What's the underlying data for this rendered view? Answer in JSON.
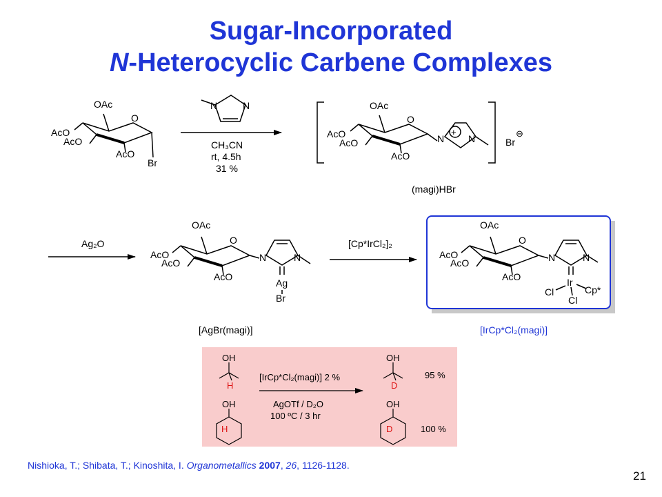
{
  "slide": {
    "title_line1": "Sugar-Incorporated",
    "title_line2_italic": "N",
    "title_line2_rest": "-Heterocyclic Carbene Complexes",
    "page_number": "21"
  },
  "scheme1": {
    "substituents": {
      "oac": "OAc",
      "aco": "AcO",
      "ring_o": "O",
      "br": "Br",
      "n": "N"
    },
    "reagent": "CH₃CN",
    "conditions": [
      "rt, 4.5h",
      "31 %"
    ],
    "counterion": "Br",
    "plus": "+",
    "minus": "⊖",
    "product_label": "(magi)HBr"
  },
  "scheme2": {
    "reagent1": "Ag₂O",
    "reagent2": "[Cp*IrCl₂]₂",
    "ag": "Ag",
    "br": "Br",
    "ir": "Ir",
    "cl": "Cl",
    "cp": "Cp*",
    "label1": "[AgBr(magi)]",
    "label2": "[IrCp*Cl₂(magi)]"
  },
  "catalysis": {
    "oh": "OH",
    "h": "H",
    "d": "D",
    "catalyst": "[IrCp*Cl₂(magi)] 2 %",
    "solvent": "AgOTf / D₂O",
    "conditions": "100 ºC / 3 hr",
    "yield1": "95 %",
    "yield2": "100 %"
  },
  "citation": {
    "authors": "Nishioka, T.; Shibata, T.; Kinoshita, I.",
    "journal": "Organometallics",
    "year": "2007",
    "volume": "26",
    "pages": ", 1126-1128."
  }
}
